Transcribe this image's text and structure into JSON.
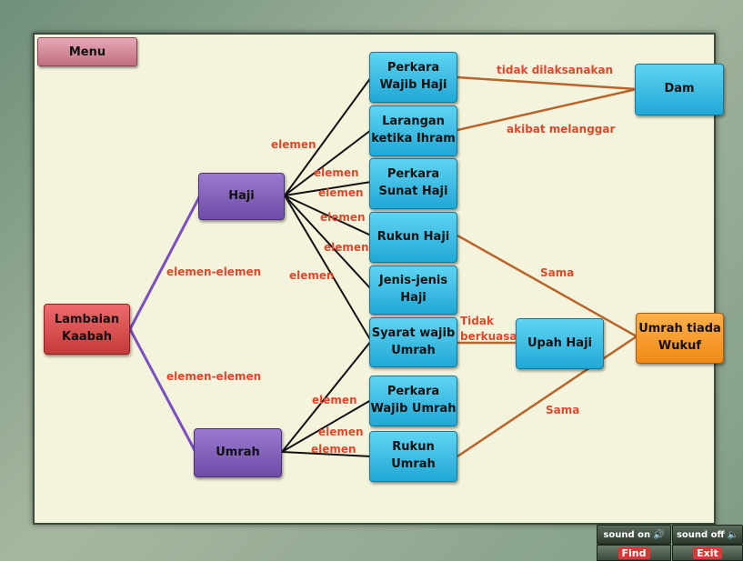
{
  "menu_label": "Menu",
  "nodes": {
    "lambaian": "Lambaian\nKaabah",
    "haji": "Haji",
    "umrah": "Umrah",
    "perkara_wajib_haji": "Perkara\nWajib Haji",
    "larangan_ihram": "Larangan\nketika Ihram",
    "perkara_sunat_haji": "Perkara\nSunat Haji",
    "rukun_haji": "Rukun Haji",
    "jenis_haji": "Jenis-jenis\nHaji",
    "syarat_wajib_umrah": "Syarat wajib\nUmrah",
    "perkara_wajib_umrah": "Perkara\nWajib Umrah",
    "rukun_umrah": "Rukun Umrah",
    "dam": "Dam",
    "upah_haji": "Upah Haji",
    "umrah_tiada_wukuf": "Umrah tiada\nWukuf"
  },
  "labels": {
    "elemen_elemen_1": "elemen-elemen",
    "elemen_elemen_2": "elemen-elemen",
    "elemen_1": "elemen",
    "elemen_2": "elemen",
    "elemen_3": "elemen",
    "elemen_4": "elemen",
    "elemen_5": "elemen",
    "elemen_6": "elemen",
    "elemen_7": "elemen",
    "elemen_8": "elemen",
    "elemen_9": "elemen",
    "tidak_dilaksanakan": "tidak dilaksanakan",
    "akibat_melanggar": "akibat melanggar",
    "sama_1": "Sama",
    "sama_2": "Sama",
    "tidak_berkuasa_1": "Tidak",
    "tidak_berkuasa_2": "berkuasa"
  },
  "controls": {
    "sound_on": "sound on",
    "sound_off": "sound off",
    "find": "Find",
    "exit": "Exit"
  },
  "colors": {
    "hierarchy_line": "#7a4fc0",
    "element_line": "#111111",
    "relation_line": "#b8642a",
    "label_text": "#e0482c"
  }
}
